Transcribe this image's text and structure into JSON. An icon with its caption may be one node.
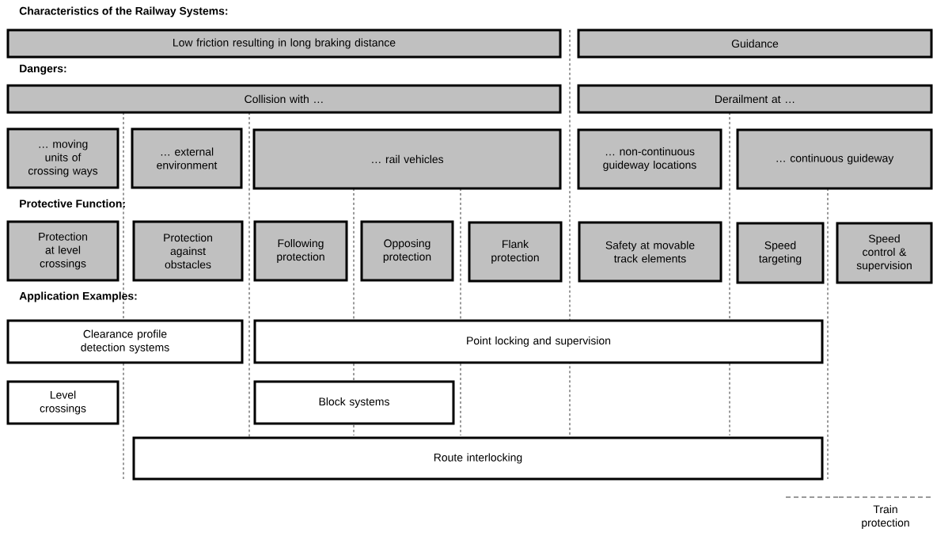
{
  "diagram": {
    "nodes": [
      {
        "text": [
          "Low friction resulting in long braking distance"
        ]
      },
      {
        "text": [
          "Guidance"
        ]
      },
      {
        "text": [
          "Collision with …"
        ]
      },
      {
        "text": [
          "Derailment at …"
        ]
      },
      {
        "text": [
          "… moving units of crossing ways"
        ]
      },
      {
        "text": [
          "… external environment"
        ]
      },
      {
        "text": [
          "… rail vehicles"
        ]
      },
      {
        "text": [
          "… non-continuous guideway locations"
        ]
      },
      {
        "text": [
          "… continuous guideway"
        ]
      },
      {
        "text": [
          "Protection at level crossings"
        ]
      },
      {
        "text": [
          "Protection against obstacles"
        ]
      },
      {
        "text": [
          "Following protection"
        ]
      },
      {
        "text": [
          "Opposing protection"
        ]
      },
      {
        "text": [
          "Flank protection"
        ]
      },
      {
        "text": [
          "Safety at movable track elements"
        ]
      },
      {
        "text": [
          "Speed targeting"
        ]
      },
      {
        "text": [
          "Speed control & supervision"
        ]
      },
      {
        "text": [
          "Clearance profile detection systems"
        ]
      },
      {
        "text": [
          "Point locking and supervision"
        ]
      },
      {
        "text": [
          "Level crossings"
        ]
      },
      {
        "text": [
          "Block systems"
        ]
      },
      {
        "text": [
          "Route interlocking"
        ]
      }
    ],
    "labels": [
      "Characteristics of the Railway Systems:",
      "Dangers:",
      "Protective Function:",
      "Application Examples:",
      "Train protection"
    ]
  }
}
